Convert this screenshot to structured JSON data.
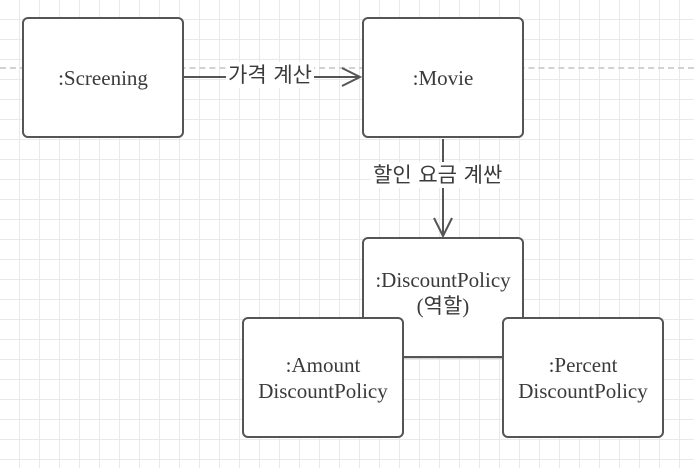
{
  "nodes": {
    "screening": {
      "lines": [
        ":Screening"
      ]
    },
    "movie": {
      "lines": [
        ":Movie"
      ]
    },
    "discount_policy": {
      "lines": [
        ":DiscountPolicy",
        "(역할)"
      ]
    },
    "amount_discount_policy": {
      "lines": [
        ":Amount",
        "DiscountPolicy"
      ]
    },
    "percent_discount_policy": {
      "lines": [
        ":Percent",
        "DiscountPolicy"
      ]
    }
  },
  "edges": {
    "screening_to_movie": {
      "label": "가격 계산"
    },
    "movie_to_discount_policy": {
      "label": "할인 요금 계싼"
    }
  },
  "colors": {
    "box_border": "#555555",
    "text": "#3a3a3a",
    "grid": "#e9e9e9",
    "guide_dash": "#d2d2d2"
  }
}
